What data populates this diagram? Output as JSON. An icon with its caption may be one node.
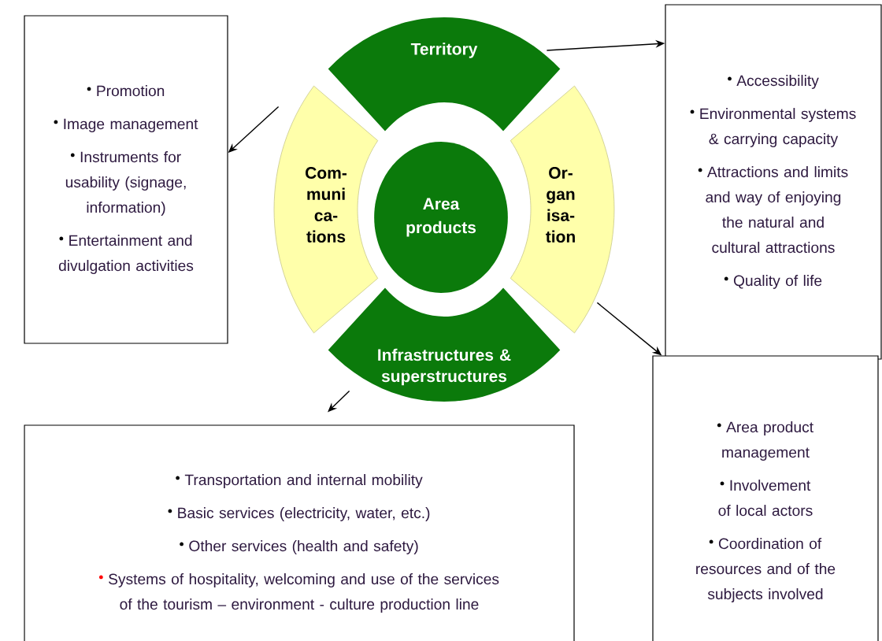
{
  "diagram": {
    "nodes": [
      {
        "text": [
          "Territory"
        ]
      },
      {
        "text": [
          "Or- gan isa- tion"
        ]
      },
      {
        "text": [
          "Infrastructures & superstructures"
        ]
      },
      {
        "text": [
          "Com- muni ca- tions"
        ]
      },
      {
        "text": [
          "Area products"
        ]
      },
      {
        "text": [
          "Promotion",
          "Image management",
          "Instruments for usability (signage, information)",
          "Entertainment and divulgation activities"
        ]
      },
      {
        "text": [
          "Accessibility",
          "Environmental systems & carrying capacity",
          "Attractions and limits and way of enjoying the natural and cultural attractions",
          "Quality of life"
        ]
      },
      {
        "text": [
          "Transportation and internal mobility",
          "Basic services (electricity, water, etc.)",
          "Other services (health and safety)",
          "Systems of hospitality, welcoming and use of the services of the tourism – environment - culture production line"
        ]
      },
      {
        "text": [
          "Area product management",
          "Involvement of local actors",
          "Coordination of resources and of the subjects involved"
        ]
      }
    ],
    "edges": [
      {
        "from": 0,
        "to": 6,
        "arrow": "to"
      },
      {
        "from": 3,
        "to": 5,
        "arrow": "to"
      },
      {
        "from": 2,
        "to": 7,
        "arrow": "to"
      },
      {
        "from": 1,
        "to": 8,
        "arrow": "to"
      }
    ]
  }
}
